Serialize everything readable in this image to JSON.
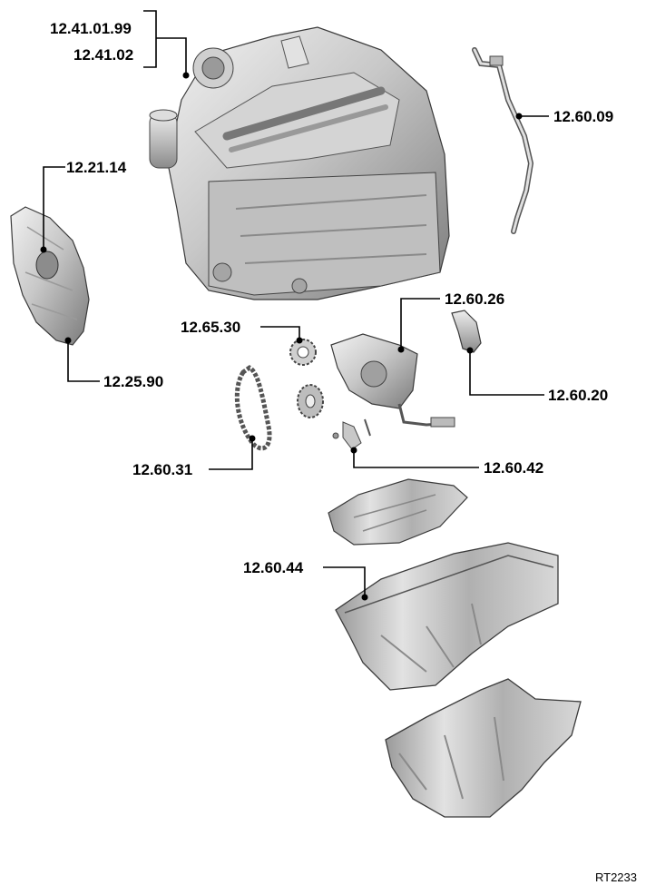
{
  "labels": {
    "l1": "12.41.01.99",
    "l2": "12.41.02",
    "l3": "12.60.09",
    "l4": "12.21.14",
    "l5": "12.25.90",
    "l6": "12.65.30",
    "l7": "12.60.26",
    "l8": "12.60.20",
    "l9": "12.60.31",
    "l10": "12.60.42",
    "l11": "12.60.44"
  },
  "reference": "RT2233",
  "colors": {
    "metal_light": "#e6e6e6",
    "metal_mid": "#b8b8b8",
    "metal_dark": "#6e6e6e",
    "outline": "#3a3a3a"
  }
}
